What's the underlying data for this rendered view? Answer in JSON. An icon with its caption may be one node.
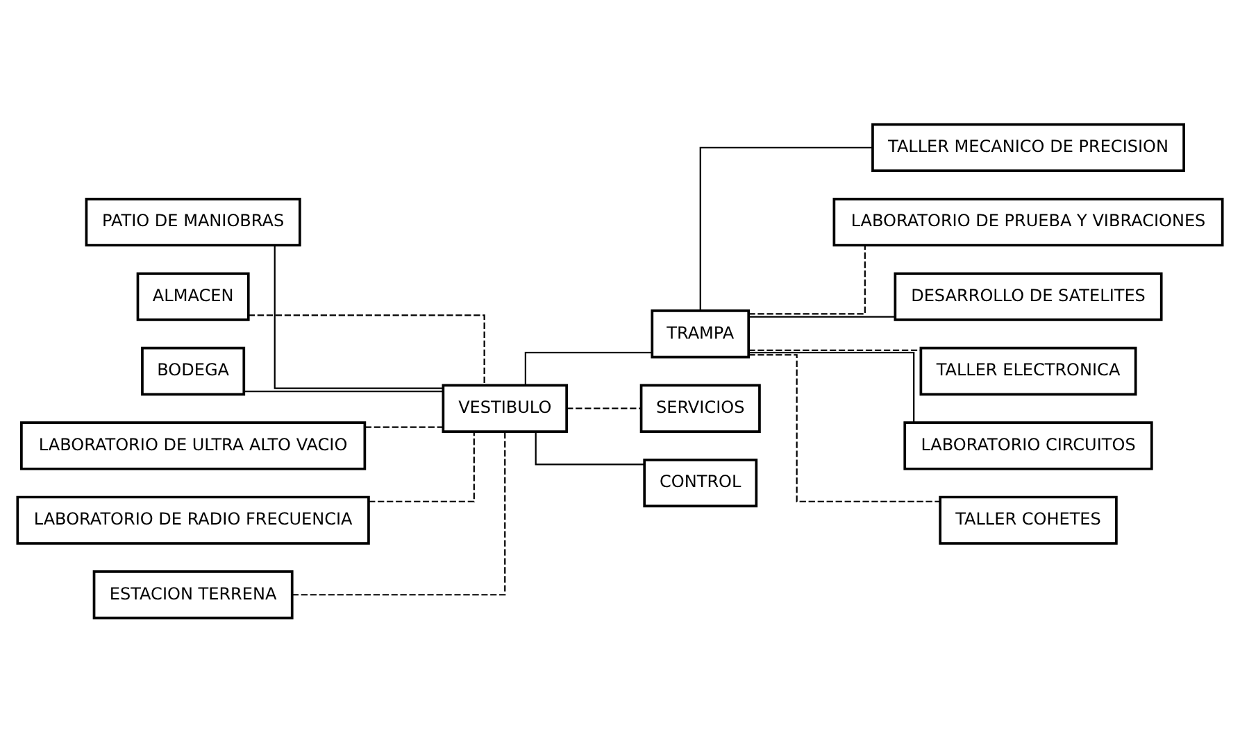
{
  "diagram": {
    "nodes": [
      {
        "text": [
          "PATIO DE MANIOBRAS"
        ]
      },
      {
        "text": [
          "TALLER MECANICO DE PRECISION"
        ]
      },
      {
        "text": [
          "LABORATORIO DE PRUEBA Y VIBRACIONES"
        ]
      },
      {
        "text": [
          "ALMACEN"
        ]
      },
      {
        "text": [
          "BODEGA"
        ]
      },
      {
        "text": [
          "TRAMPA"
        ]
      },
      {
        "text": [
          "DESARROLLO DE SATELITES"
        ]
      },
      {
        "text": [
          "LABORATORIO DE ULTRA ALTO VACIO"
        ]
      },
      {
        "text": [
          "TALLER ELECTRONICA"
        ]
      },
      {
        "text": [
          "LABORATORIO CIRCUITOS"
        ]
      },
      {
        "text": [
          "TALLER COHETES"
        ]
      },
      {
        "text": [
          "LABORATORIO DE RADIO FRECUENCIA"
        ]
      },
      {
        "text": [
          "VESTIBULO"
        ]
      },
      {
        "text": [
          "SERVICIOS"
        ]
      },
      {
        "text": [
          "ESTACION TERRENA"
        ]
      },
      {
        "text": [
          "CONTROL"
        ]
      }
    ],
    "edges": [
      {
        "from": 0,
        "to": 12,
        "arrow": "none"
      },
      {
        "from": 3,
        "to": 12,
        "arrow": "none",
        "style": "dashed"
      },
      {
        "from": 4,
        "to": 12,
        "arrow": "none"
      },
      {
        "from": 7,
        "to": 12,
        "arrow": "none",
        "style": "dashed"
      },
      {
        "from": 11,
        "to": 12,
        "arrow": "none",
        "style": "dashed"
      },
      {
        "from": 14,
        "to": 12,
        "arrow": "none",
        "style": "dashed"
      },
      {
        "from": 12,
        "to": 5,
        "arrow": "none"
      },
      {
        "from": 5,
        "to": 6,
        "arrow": "none"
      },
      {
        "from": 5,
        "to": 1,
        "arrow": "none"
      },
      {
        "from": 5,
        "to": 2,
        "arrow": "none",
        "style": "dashed"
      },
      {
        "from": 5,
        "to": 8,
        "arrow": "none",
        "style": "dashed"
      },
      {
        "from": 5,
        "to": 9,
        "arrow": "none"
      },
      {
        "from": 5,
        "to": 10,
        "arrow": "none",
        "style": "dashed"
      },
      {
        "from": 12,
        "to": 13,
        "arrow": "none",
        "style": "dashed"
      },
      {
        "from": 12,
        "to": 15,
        "arrow": "none"
      }
    ]
  }
}
